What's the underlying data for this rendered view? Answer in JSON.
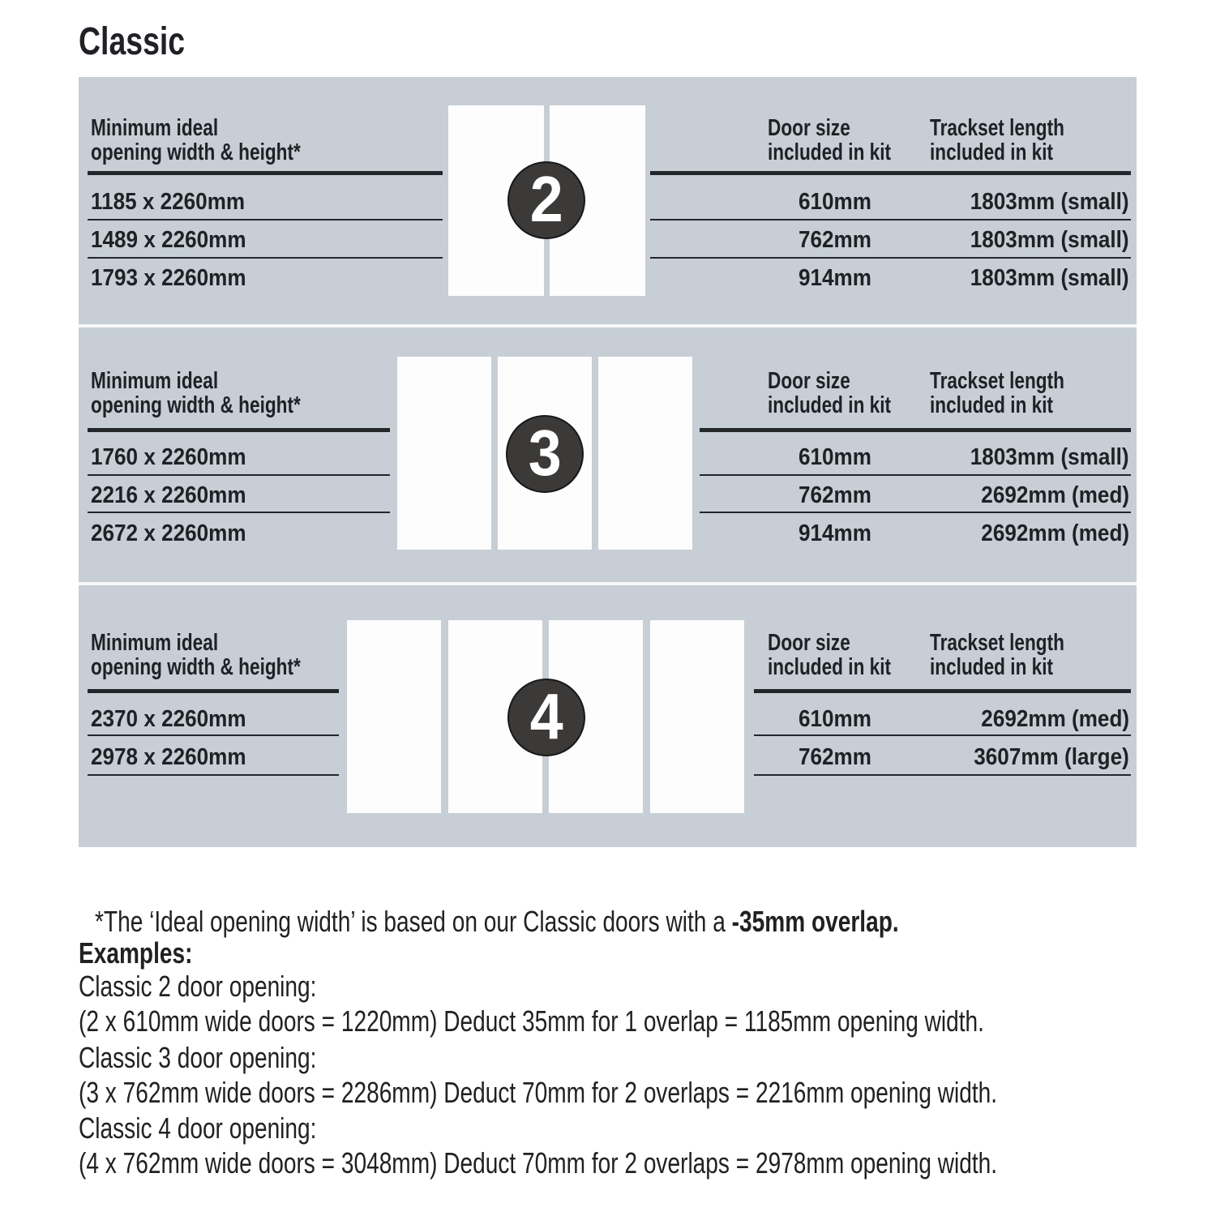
{
  "title": "Classic",
  "left_header": {
    "line1": "Minimum ideal",
    "line2": "opening width & height*"
  },
  "door_header": {
    "line1": "Door size",
    "line2": "included in kit"
  },
  "track_header": {
    "line1": "Trackset length",
    "line2": "included in kit"
  },
  "sections": [
    {
      "badge": "2",
      "rows": [
        {
          "opening": "1185 x 2260mm",
          "door": "610mm",
          "track": "1803mm (small)"
        },
        {
          "opening": "1489 x 2260mm",
          "door": "762mm",
          "track": "1803mm (small)"
        },
        {
          "opening": "1793 x 2260mm",
          "door": "914mm",
          "track": "1803mm (small)"
        }
      ]
    },
    {
      "badge": "3",
      "rows": [
        {
          "opening": "1760 x 2260mm",
          "door": "610mm",
          "track": "1803mm (small)"
        },
        {
          "opening": "2216 x 2260mm",
          "door": "762mm",
          "track": "2692mm (med)"
        },
        {
          "opening": "2672 x 2260mm",
          "door": "914mm",
          "track": "2692mm (med)"
        }
      ]
    },
    {
      "badge": "4",
      "rows": [
        {
          "opening": "2370 x 2260mm",
          "door": "610mm",
          "track": "2692mm (med)"
        },
        {
          "opening": "2978 x 2260mm",
          "door": "762mm",
          "track": "3607mm (large)"
        }
      ]
    }
  ],
  "footnote": {
    "normal": "*The ‘Ideal opening width’ is based on our Classic doors with a ",
    "bold": "-35mm overlap."
  },
  "examples": {
    "heading": "Examples:",
    "lines": [
      "Classic 2 door opening:",
      "(2 x 610mm wide doors = 1220mm)  Deduct 35mm for 1 overlap = 1185mm opening width.",
      "Classic 3 door opening:",
      "(3 x 762mm wide doors = 2286mm)  Deduct 70mm for 2 overlaps = 2216mm opening width.",
      "Classic 4 door opening:",
      "(4 x 762mm wide doors = 3048mm)  Deduct 70mm for 2 overlaps = 2978mm opening width."
    ]
  },
  "colors": {
    "panel_bg": "#c7ced5",
    "badge_bg": "#3b3a38",
    "line": "#23262a",
    "door": "#fdfdfd"
  }
}
